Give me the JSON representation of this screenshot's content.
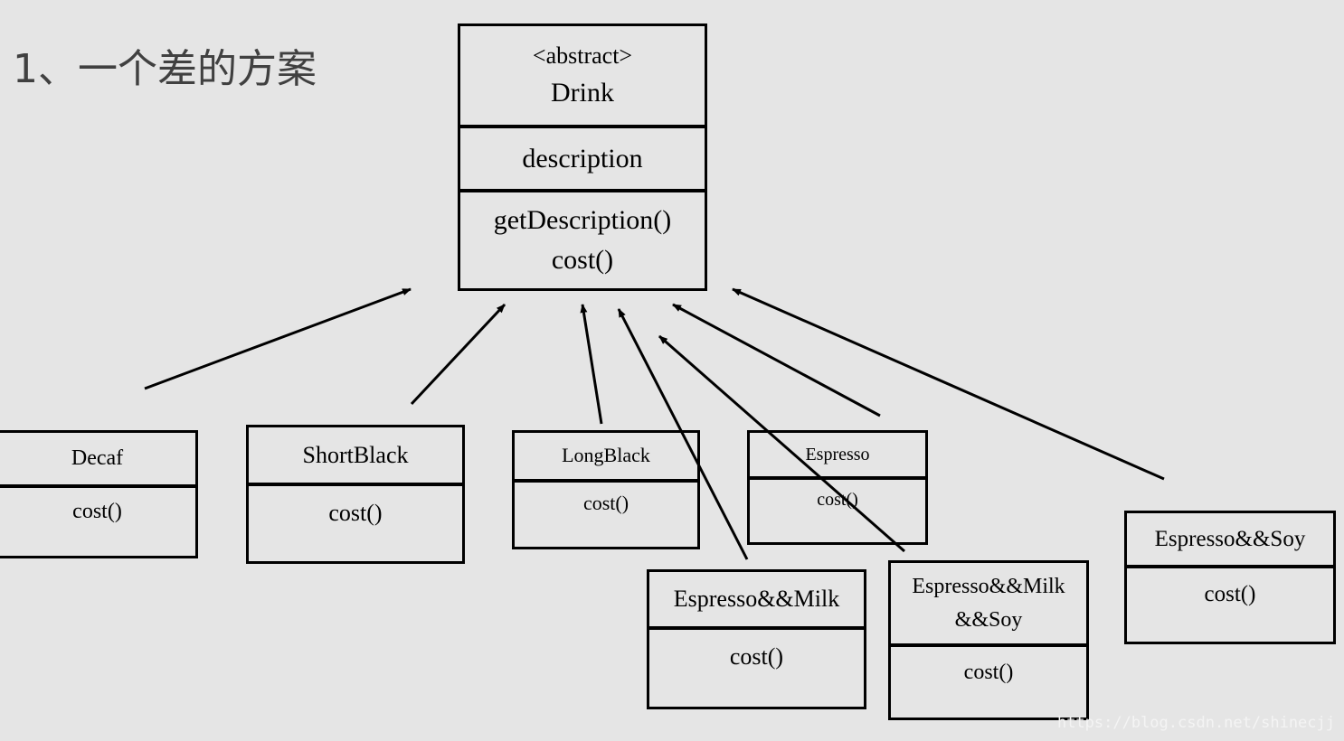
{
  "title": "1、一个差的方案",
  "drink": {
    "stereotype": "<abstract>",
    "name": "Drink",
    "attribute": "description",
    "methods": [
      "getDescription()",
      "cost()"
    ]
  },
  "classes": {
    "decaf": {
      "name": "Decaf",
      "method": "cost()"
    },
    "shortblack": {
      "name": "ShortBlack",
      "method": "cost()"
    },
    "longblack": {
      "name": "LongBlack",
      "method": "cost()"
    },
    "espresso": {
      "name": "Espresso",
      "method": "cost()"
    },
    "espresso_milk": {
      "name": "Espresso&&Milk",
      "method": "cost()"
    },
    "espresso_milk_soy": {
      "name_line1": "Espresso&&Milk",
      "name_line2": "&&Soy",
      "method": "cost()"
    },
    "espresso_soy": {
      "name": "Espresso&&Soy",
      "method": "cost()"
    }
  },
  "watermark": "https://blog.csdn.net/shinecjj"
}
